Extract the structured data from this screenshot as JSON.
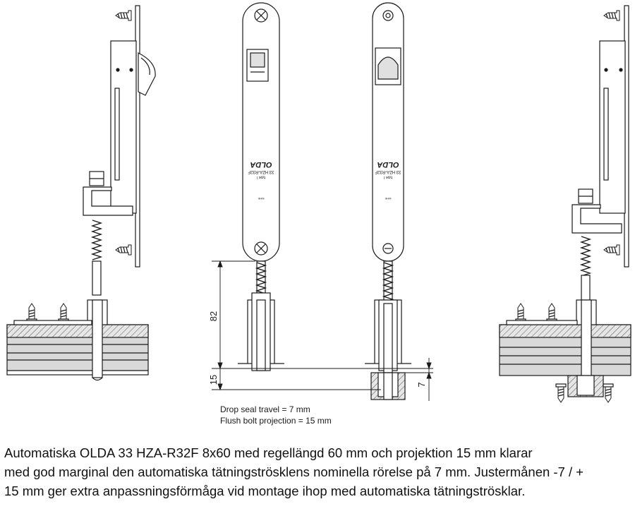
{
  "dimensions": {
    "bolt_length_label": "82",
    "projection_label": "15",
    "seal_travel_label": "7"
  },
  "plate": {
    "marking_brand": "OLDA",
    "marking_model": "33 HZA-R32F",
    "marking_type": "type I",
    "marking_small": "MHK"
  },
  "notes": {
    "drop_seal_travel": "Drop seal travel = 7 mm",
    "flush_bolt_projection": "Flush bolt projection = 15 mm"
  },
  "caption": {
    "line1": "Automatiska OLDA 33 HZA-R32F 8x60 med regellängd 60 mm och projektion 15 mm klarar",
    "line2": "med god marginal den automatiska tätningströsklens nominella rörelse på 7 mm. Justermånen -7 / +",
    "line3": "15 mm ger extra anpassningsförmåga vid montage ihop med automatiska tätningströsklar."
  },
  "colors": {
    "line": "#1a1a1a",
    "profile_fill": "#d9d9d9",
    "hatch_fill": "#bdbdbd"
  }
}
